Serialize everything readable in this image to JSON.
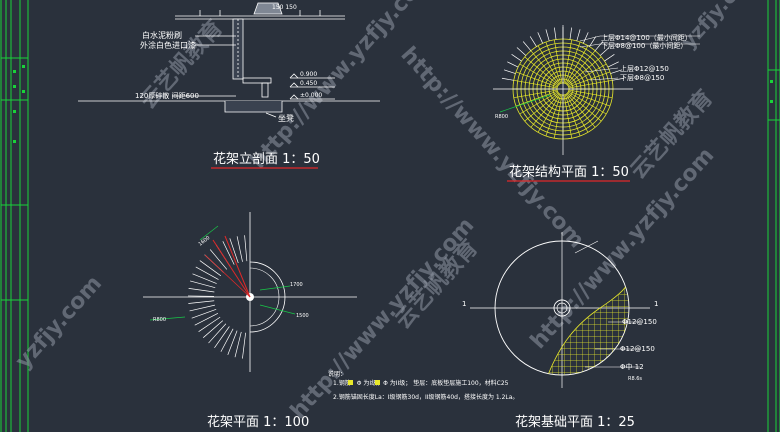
{
  "colors": {
    "background": "#2a313c",
    "frame": "#19d23a",
    "linework": "#ffffff",
    "yellow": "#e8e82a",
    "red": "#e02828",
    "dim_green": "#18c848",
    "title_underline": "#e02828",
    "watermark": "#8f96a3"
  },
  "elevation": {
    "labels": {
      "paint": "白水泥粉刷",
      "paint2": "外涂白色进口漆",
      "base": "120厚碎散 间距600",
      "level_a": "0.900",
      "level_b": "0.450",
      "level_c": "±0.000",
      "bench": "坐凳",
      "top_note": "150  150"
    },
    "title": "花架立剖面 1：50"
  },
  "structure_plan": {
    "labels": {
      "upper_top": "上层Φ14@100（最小间距）",
      "lower_top": "下层Φ8@100（最小间距）",
      "upper_bottom": "上层Φ12@150",
      "lower_bottom": "下层Φ8@150",
      "dim": "R800"
    },
    "title": "花架结构平面 1：50"
  },
  "plan": {
    "labels": {
      "dim_a": "1600",
      "dim_b": "1700",
      "dim_c": "R800",
      "dim_d": "1500"
    },
    "title": "花架平面 1：100"
  },
  "foundation_plan": {
    "labels": {
      "mark_left": "1",
      "mark_right": "1",
      "rebar_a": "Φ12@150",
      "rebar_b": "Φ12@150",
      "rebar_c": "Φ中 12",
      "note": "R8.6s"
    },
    "title": "花架基础平面 1：25"
  },
  "notes": {
    "heading": "说明：",
    "line1": "1.钢筋：Φ   为I级，Φ   为II级；    垫层：底板垫层施工100，材料C25",
    "line2": "2.钢筋锚固长度La：I级钢筋30d，II级钢筋40d，搭接长度为 1.2La。"
  },
  "watermarks": {
    "url": "http://www.yzfjy.com",
    "brand": "云艺帆教育",
    "short": "yzfjy.com"
  }
}
